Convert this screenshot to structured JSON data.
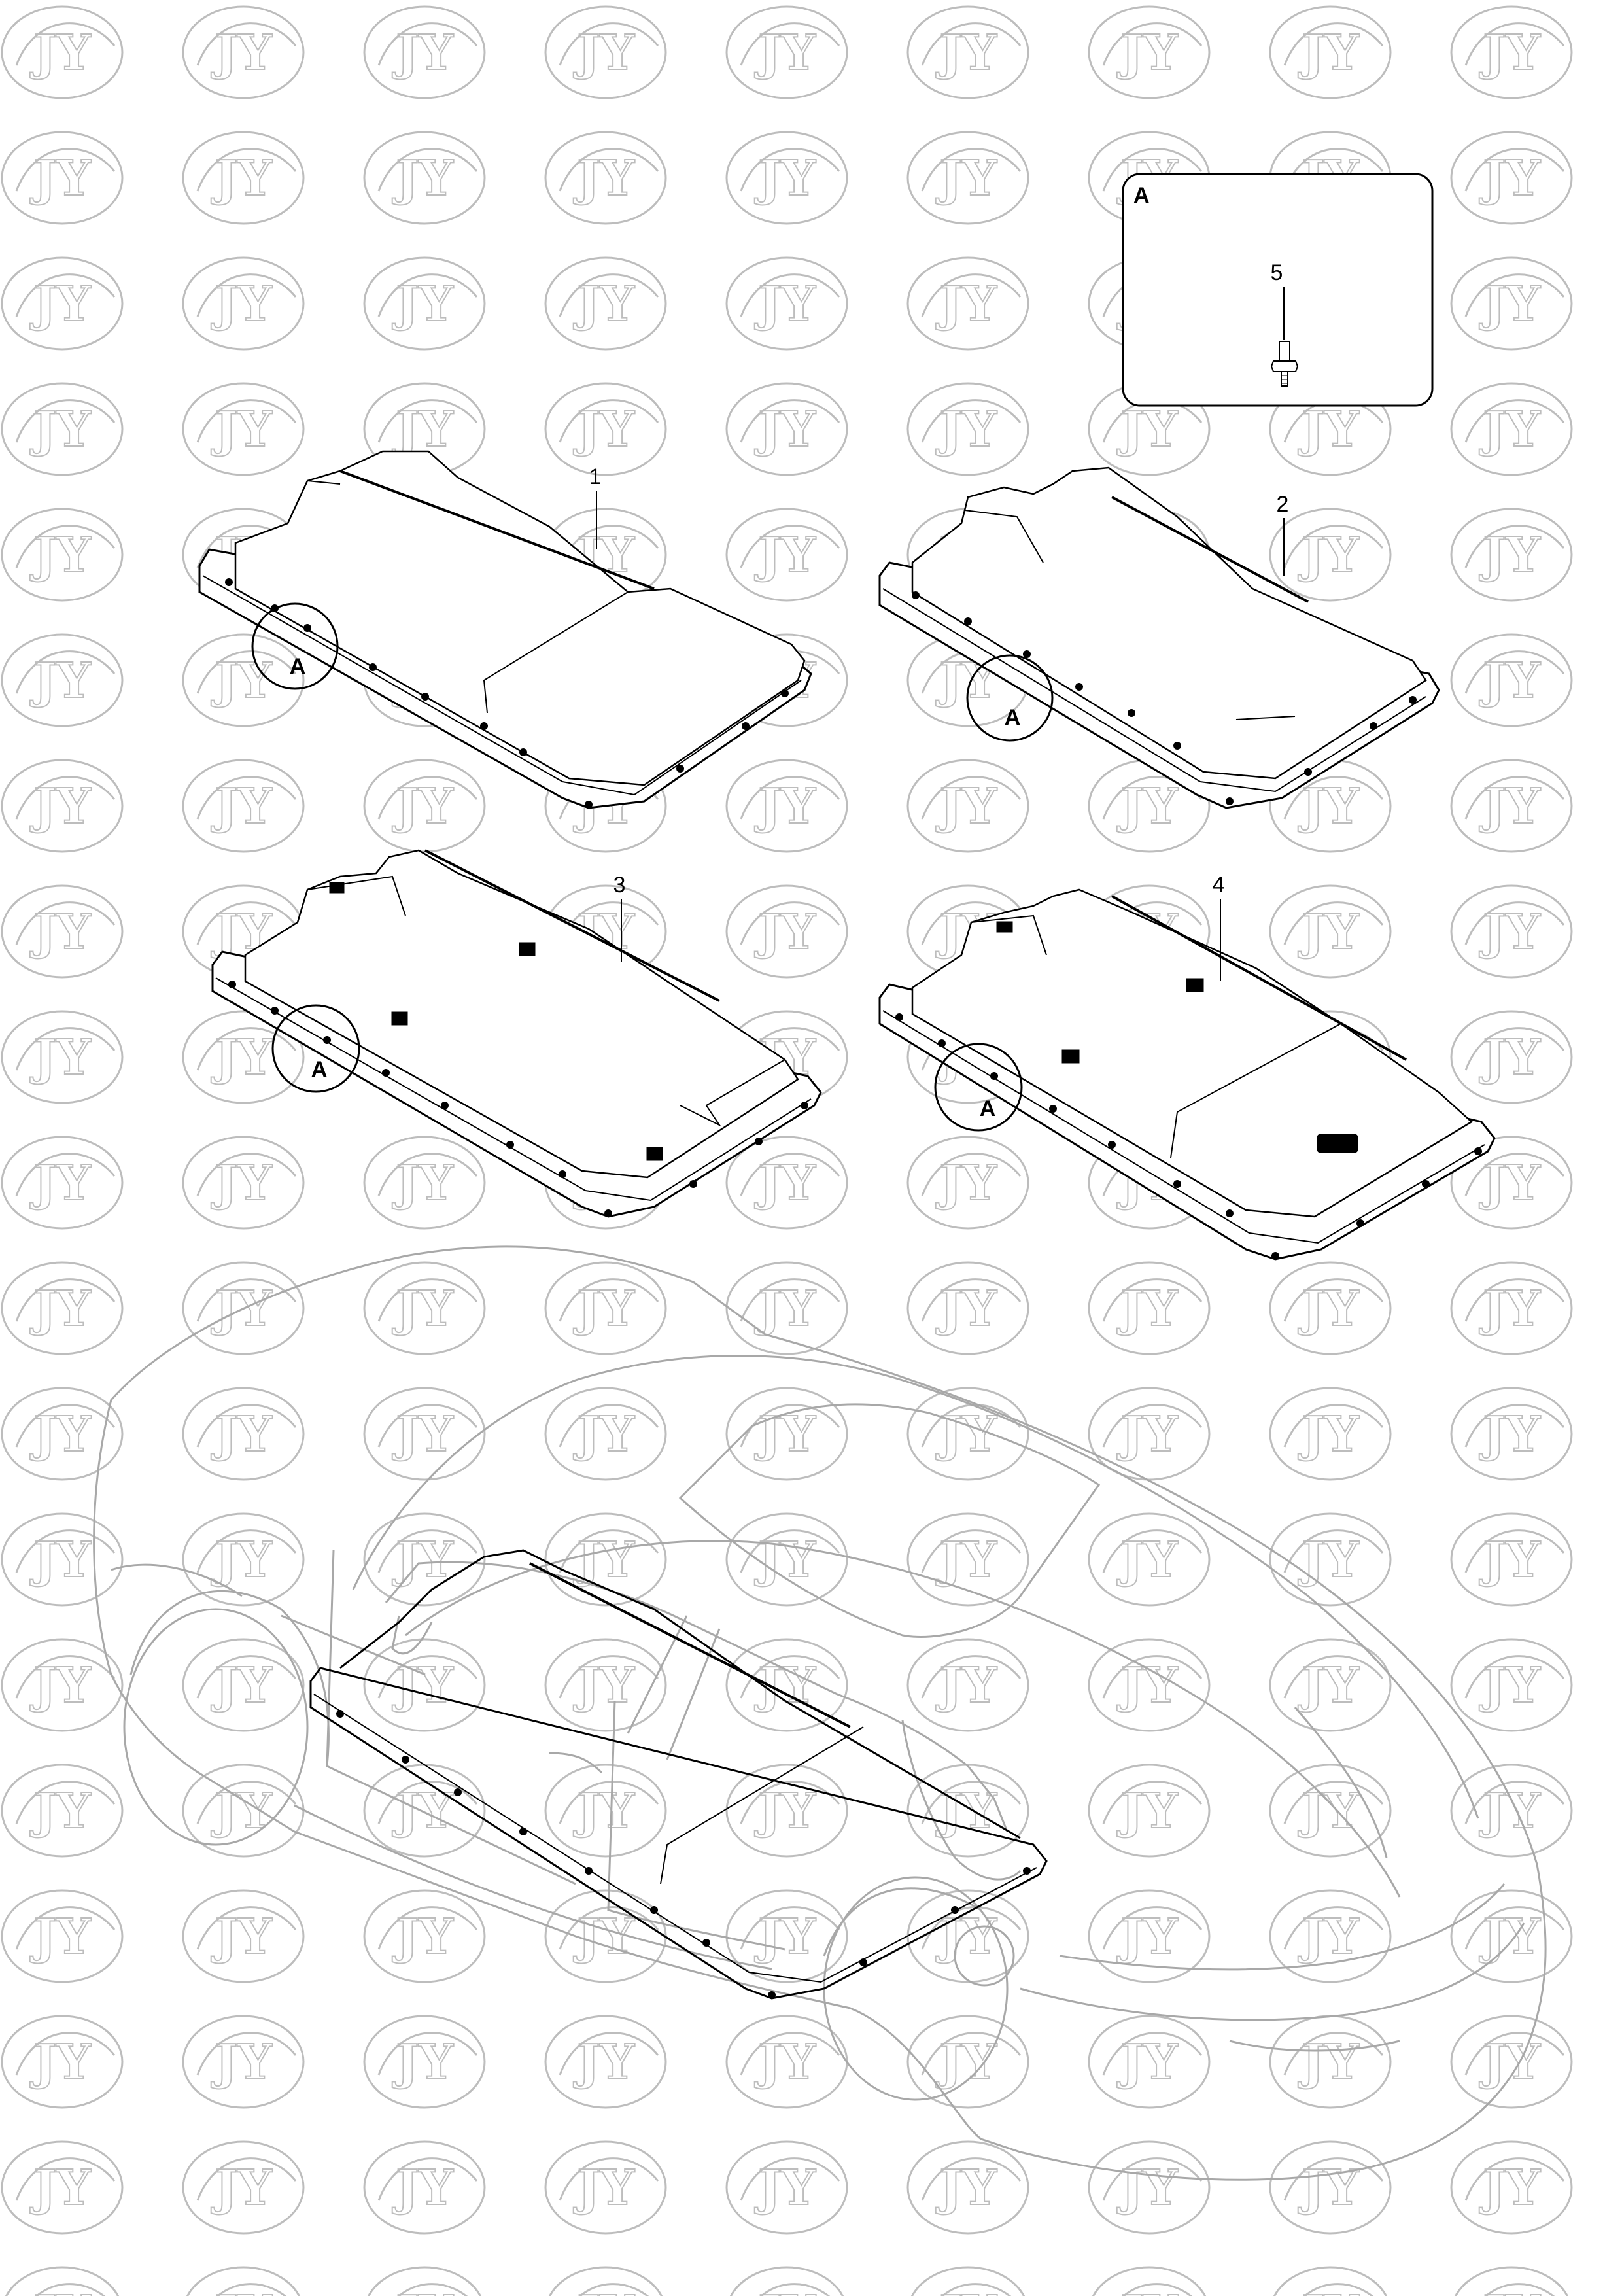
{
  "watermark": {
    "text": "JY",
    "color": "#bdbdbd"
  },
  "detail_box": {
    "label": "A",
    "part_number": "5"
  },
  "callouts": [
    {
      "number": "1",
      "detail_label": "A"
    },
    {
      "number": "2",
      "detail_label": "A"
    },
    {
      "number": "3",
      "detail_label": "A"
    },
    {
      "number": "4",
      "detail_label": "A"
    }
  ],
  "colors": {
    "line": "#000000",
    "car_outline": "#a8a8a8"
  },
  "icons": {
    "bolt": "bolt-icon",
    "battery": "battery-pack-icon",
    "car": "car-outline-icon"
  }
}
